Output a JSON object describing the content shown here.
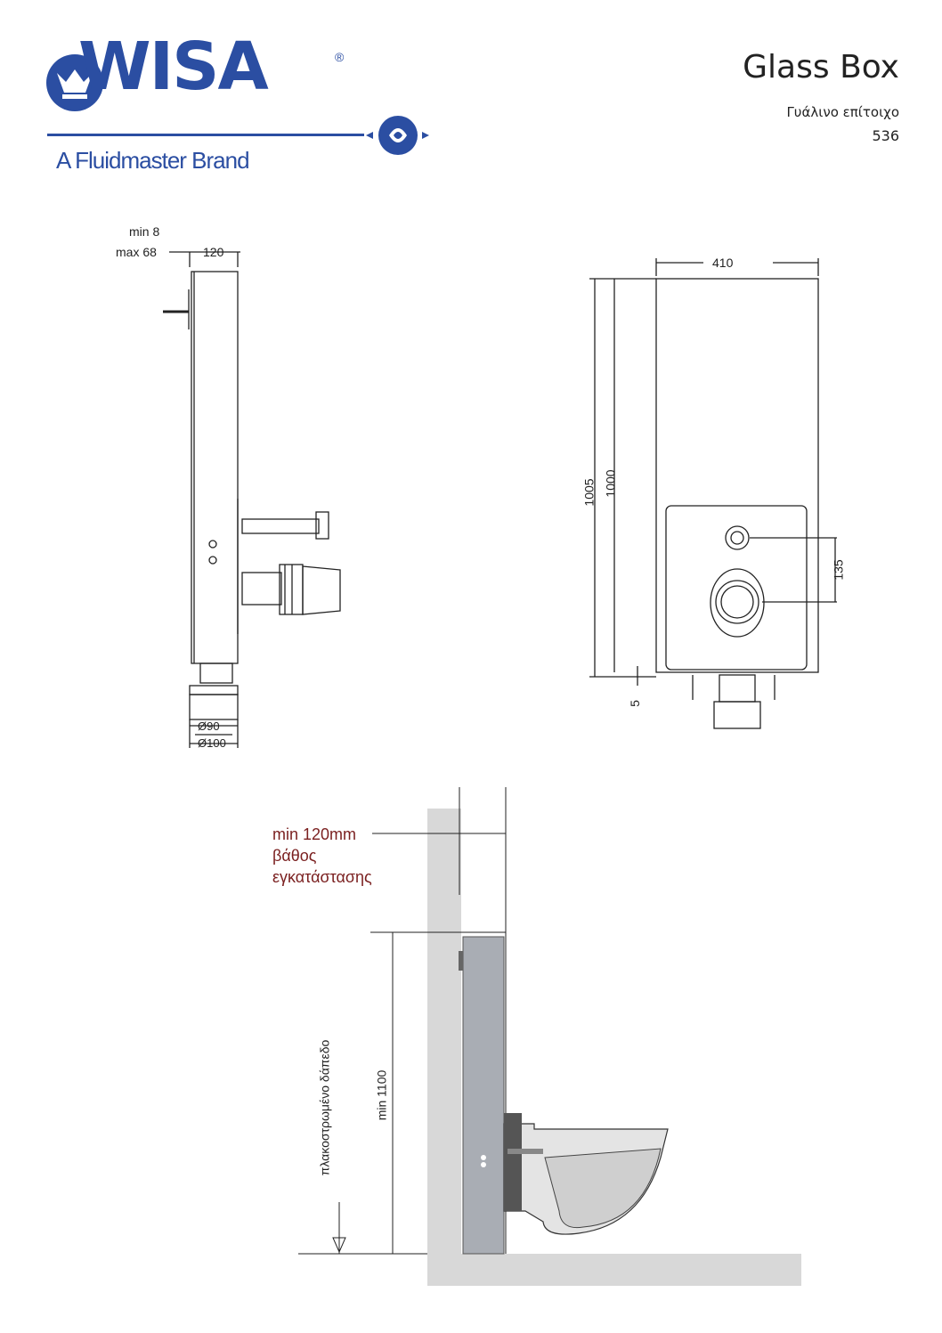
{
  "header": {
    "logo_text": "WISA",
    "registered_mark": "®",
    "brand_tagline": "A Fluidmaster Brand",
    "product_title": "Glass Box",
    "product_subtitle": "Γυάλινο επίτοιχο",
    "product_code": "536"
  },
  "side_view": {
    "dim_min": "min 8",
    "dim_max": "max 68",
    "dim_depth": "120",
    "dim_d90": "Ø90",
    "dim_d100": "Ø100"
  },
  "front_view": {
    "dim_width": "410",
    "dim_height_outer": "1005",
    "dim_height_inner": "1000",
    "dim_offset": "135",
    "dim_bottom": "5"
  },
  "install_view": {
    "depth_label": "min 120mm",
    "depth_note_1": "βάθος",
    "depth_note_2": "εγκατάστασης",
    "height_label": "min 1100",
    "floor_label": "πλακοστρωμένο δάπεδο"
  },
  "colors": {
    "brand_blue": "#2b4ea2",
    "wall_grey": "#d6d6d6",
    "note_red": "#7a1f1f"
  }
}
